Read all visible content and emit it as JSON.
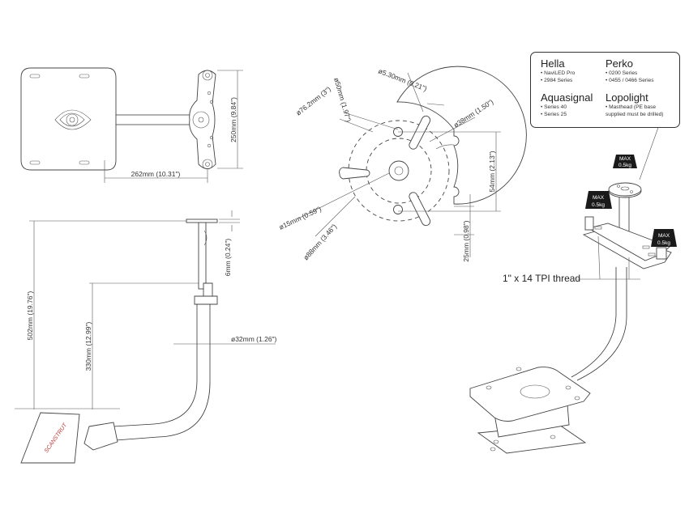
{
  "dimensions": {
    "top_view_height": "250mm (9.84\")",
    "top_view_width": "262mm (10.31\")",
    "total_height": "502mm (19.76\")",
    "arm_height": "330mm (12.99\")",
    "plate_thickness": "6mm (0.24\")",
    "tube_diameter": "ø32mm (1.26\")",
    "slot_width": "ø5.30mm (0.21\")",
    "pcd_50": "ø50mm (1.97\")",
    "pcd_76": "ø76.2mm (3\")",
    "pcd_38": "ø38mm (1.50\")",
    "center_hole": "ø15mm (0.59\")",
    "plate_diameter": "ø88mm (3.46\")",
    "hole_spacing": "54mm (2.13\")",
    "edge_offset": "25mm (0.98\")"
  },
  "compatibility": {
    "hella": {
      "name": "Hella",
      "items": [
        "• NaviLED Pro",
        "• 2984 Series"
      ]
    },
    "perko": {
      "name": "Perko",
      "items": [
        "• 0200 Series",
        "• 0455 / 0466 Series"
      ]
    },
    "aquasignal": {
      "name": "Aquasignal",
      "items": [
        "• Series 40",
        "• Series 25"
      ]
    },
    "lopolight": {
      "name": "Lopolight",
      "items": [
        "• Masthead (PE base",
        "supplied must be drilled)"
      ]
    }
  },
  "load_badges": [
    {
      "line1": "MAX",
      "line2": "0.5kg"
    },
    {
      "line1": "MAX",
      "line2": "0.5kg"
    },
    {
      "line1": "MAX",
      "line2": "0.5kg"
    }
  ],
  "thread_label": "1\" x 14 TPI thread",
  "logo_text": "SCANSTRUT",
  "colors": {
    "line": "#333333",
    "badge": "#1a1a1a",
    "background": "#ffffff"
  }
}
